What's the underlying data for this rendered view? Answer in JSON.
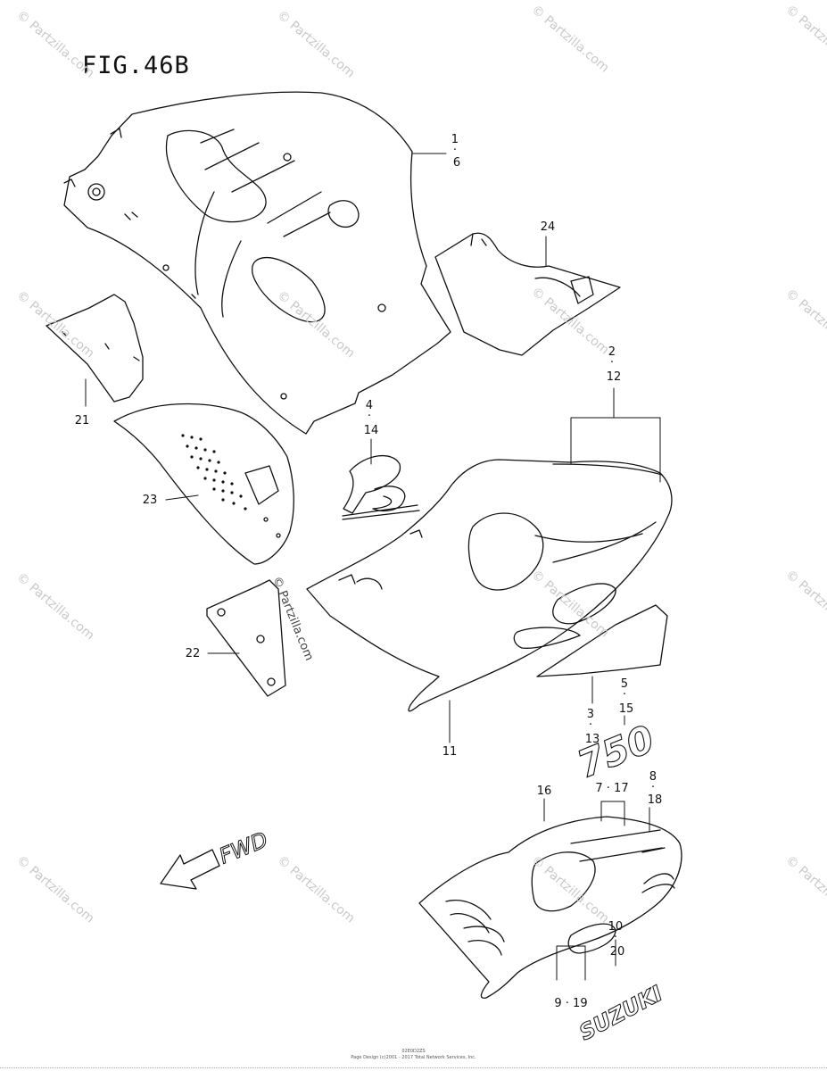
{
  "figure": {
    "title": "FIG.46B"
  },
  "direction": {
    "label": "FWD"
  },
  "decals": {
    "seven_fifty": "750",
    "suzuki": "SUZUKI"
  },
  "callouts": [
    {
      "id": "1-6",
      "lines": [
        "1",
        "·",
        "6"
      ]
    },
    {
      "id": "24",
      "lines": [
        "24"
      ]
    },
    {
      "id": "2-12",
      "lines": [
        "2",
        "·",
        "12"
      ]
    },
    {
      "id": "4-14",
      "lines": [
        "4",
        "·",
        "14"
      ]
    },
    {
      "id": "21",
      "lines": [
        "21"
      ]
    },
    {
      "id": "23",
      "lines": [
        "23"
      ]
    },
    {
      "id": "22",
      "lines": [
        "22"
      ]
    },
    {
      "id": "11",
      "lines": [
        "11"
      ]
    },
    {
      "id": "3-13",
      "lines": [
        "3",
        "·",
        "13"
      ]
    },
    {
      "id": "5-15",
      "lines": [
        "5",
        "·",
        "15"
      ]
    },
    {
      "id": "8-18",
      "lines": [
        "8",
        "·",
        "18"
      ]
    },
    {
      "id": "16",
      "lines": [
        "16"
      ]
    },
    {
      "id": "7-17",
      "lines": [
        "7 · 17"
      ]
    },
    {
      "id": "10-20",
      "lines": [
        "10",
        "·",
        "20"
      ]
    },
    {
      "id": "9-19",
      "lines": [
        "9 · 19"
      ]
    }
  ],
  "watermark": "© Partzilla.com",
  "footer": {
    "code": "02E0D2ZS",
    "credit": "Page Design (c)2001 - 2017 Total Network Services, Inc."
  }
}
